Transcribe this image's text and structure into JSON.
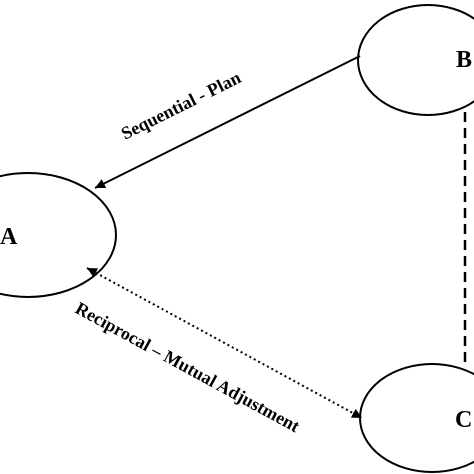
{
  "nodes": {
    "a": {
      "label": "A"
    },
    "b": {
      "label": "B"
    },
    "c": {
      "label": "C"
    }
  },
  "edges": {
    "sequential": {
      "label": "Sequential - Plan",
      "style": "solid"
    },
    "reciprocal": {
      "label": "Reciprocal – Mutual Adjustment",
      "style": "dotted"
    },
    "b_c": {
      "style": "dashed"
    }
  },
  "colors": {
    "stroke": "#000000",
    "background": "#ffffff"
  }
}
